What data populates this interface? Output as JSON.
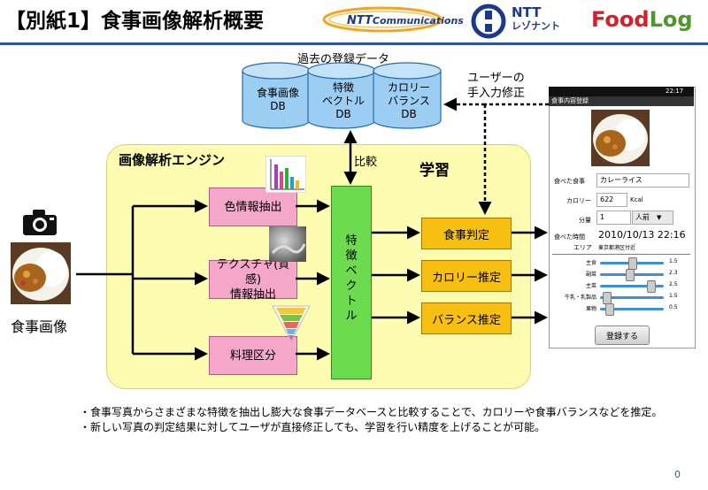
{
  "title": "【別紙1】食事画像解析概要",
  "logos": {
    "ntt_com_brand": "NTT",
    "ntt_com_rest": "Communications",
    "ntt_resonant_line1": "NTT",
    "ntt_resonant_line2": "レゾナント",
    "foodlog_a": "Food",
    "foodlog_b": "Log"
  },
  "database": {
    "caption": "過去の登録データ",
    "cylinders": [
      {
        "line1": "食事画像",
        "line2": "DB",
        "line3": ""
      },
      {
        "line1": "特徴",
        "line2": "ベクトル",
        "line3": "DB"
      },
      {
        "line1": "カロリー",
        "line2": "バランス",
        "line3": "DB"
      }
    ]
  },
  "user_correction": {
    "line1": "ユーザーの",
    "line2": "手入力修正"
  },
  "engine": {
    "label": "画像解析エンジン",
    "learning": "学習",
    "compare": "比較",
    "feature_vector": "特徴ベクトル",
    "extractors": [
      {
        "line1": "色情報抽出",
        "line2": ""
      },
      {
        "line1": "テクスチャ(質感)",
        "line2": "情報抽出"
      },
      {
        "line1": "料理区分",
        "line2": ""
      }
    ],
    "outputs": [
      "食事判定",
      "カロリー推定",
      "バランス推定"
    ]
  },
  "food_image_label": "食事画像",
  "phone": {
    "status_time": "22:17",
    "screen_title": "食事内容登録",
    "fields": {
      "meal_label": "食べた食事",
      "meal_value": "カレーライス",
      "calorie_label": "カロリー",
      "calorie_value": "622",
      "calorie_unit": "Kcal",
      "portion_label": "分量",
      "portion_value": "1",
      "portion_unit": "人前",
      "time_label": "食べた時間",
      "time_value": "2010/10/13  22:16",
      "area_label": "エリア",
      "area_value": "東京都港区付近"
    },
    "balance": [
      {
        "name": "主食",
        "value": "1.5",
        "level": 0.5
      },
      {
        "name": "副菜",
        "value": "2.3",
        "level": 0.46
      },
      {
        "name": "主菜",
        "value": "2.5",
        "level": 0.83
      },
      {
        "name": "牛乳・乳製品",
        "value": "1.5",
        "level": 0.05
      },
      {
        "name": "果物",
        "value": "0.5",
        "level": 0.1
      }
    ],
    "submit": "登録する"
  },
  "bullets": [
    "・食事写真からさまざまな特徴を抽出し膨大な食事データベースと比較することで、カロリーや食事バランスなどを推定。",
    "・新しい写真の判定結果に対してユーザが直接修正しても、学習を行い精度を上げることが可能。"
  ],
  "page_number": "0",
  "colors": {
    "engine_bg": "#fefcb0",
    "db_fill": "#9ccdf3",
    "extractor_fill": "#f4a7c8",
    "output_fill": "#f7c011",
    "feature_bar": "#6cdb4e",
    "accent_blue": "#2b56a8"
  }
}
